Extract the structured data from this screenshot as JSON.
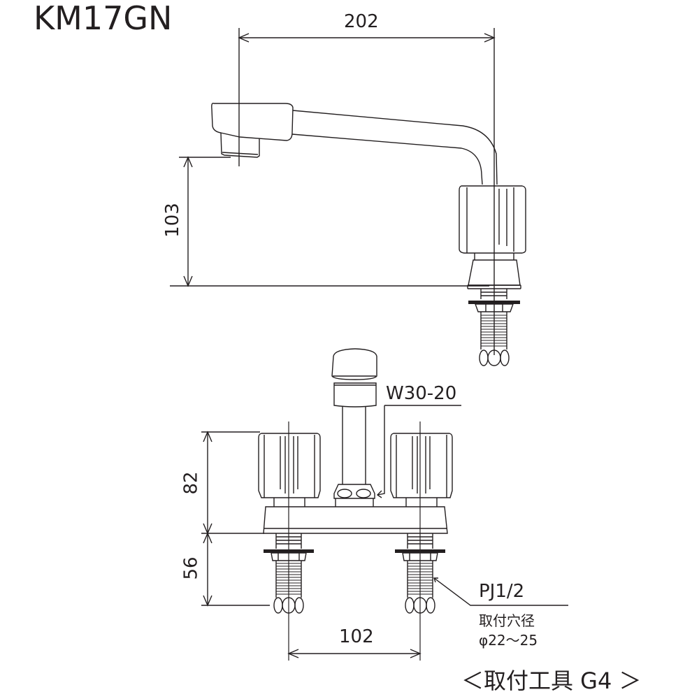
{
  "title": "KM17GN",
  "side_view": {
    "dimensions": {
      "spout_reach": "202",
      "spout_height": "103"
    }
  },
  "front_view": {
    "dimensions": {
      "handle_height": "82",
      "shank_length": "56",
      "center_distance": "102"
    },
    "callouts": {
      "outlet": "W30-20",
      "connection": "PJ1/2",
      "hole_label": "取付穴径",
      "hole_size": "φ22～25"
    }
  },
  "footer": "＜取付工具 G4 ＞"
}
